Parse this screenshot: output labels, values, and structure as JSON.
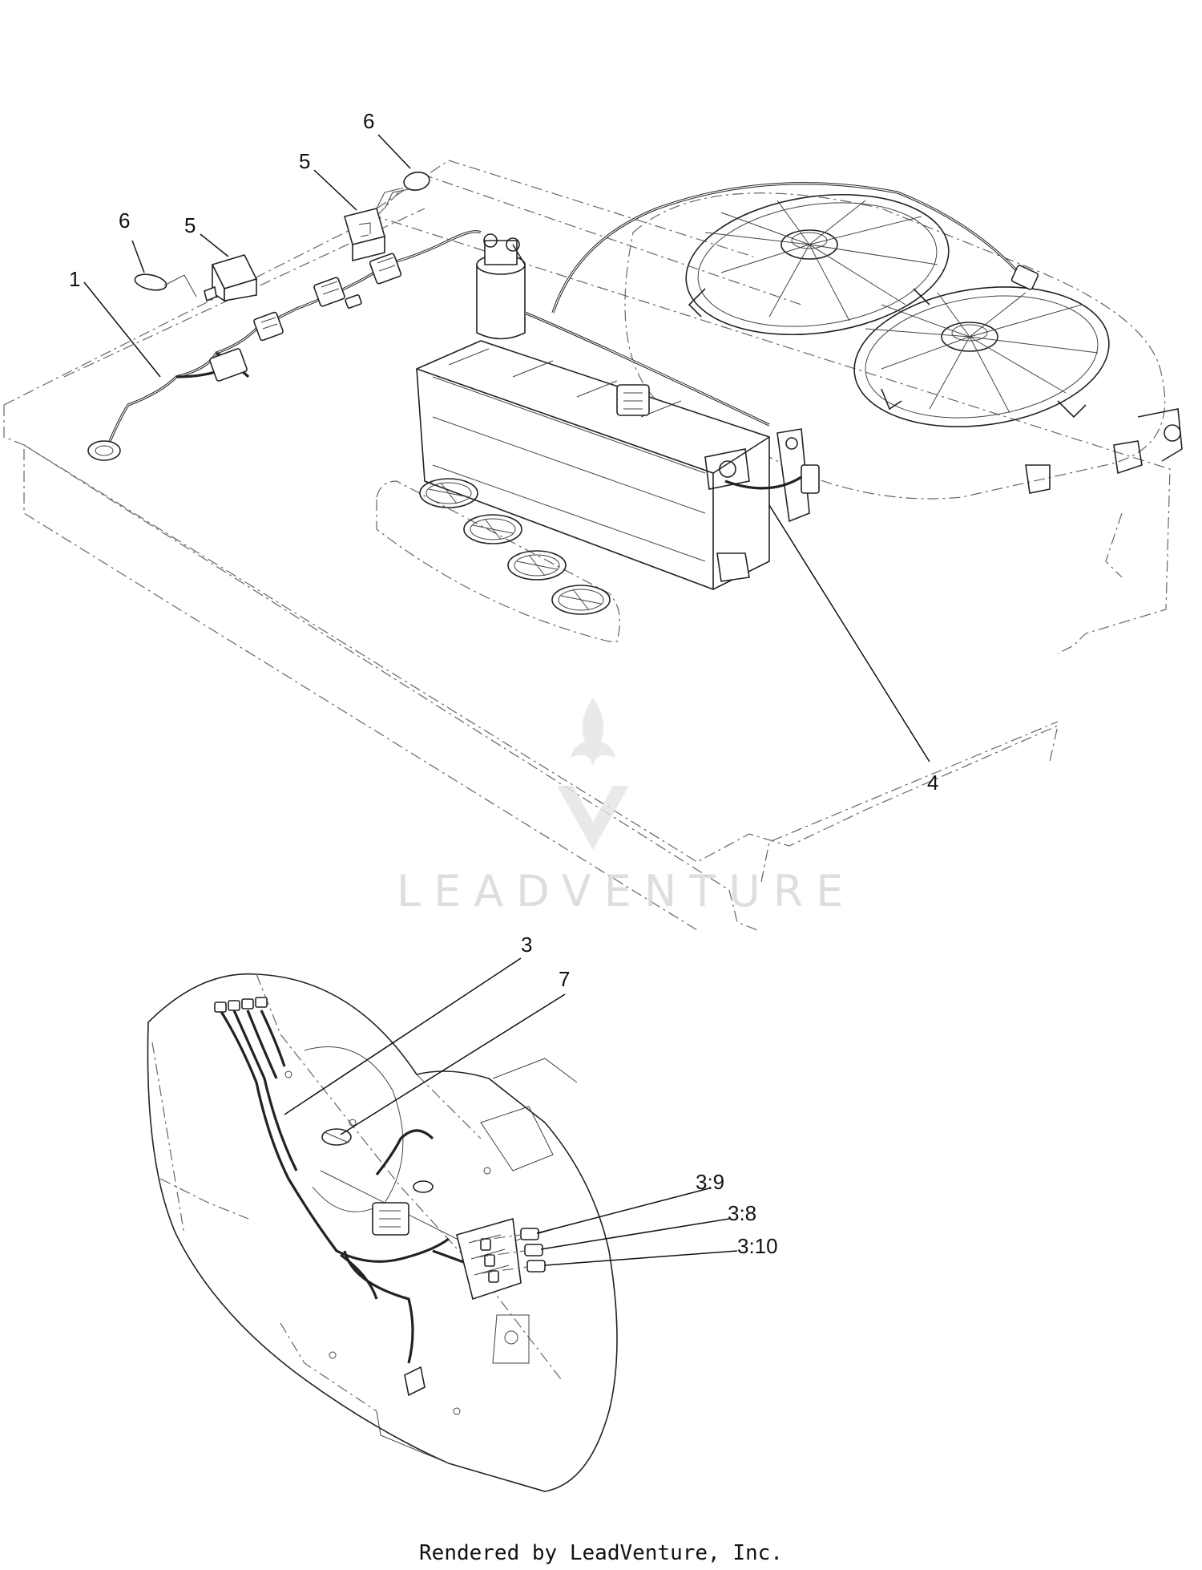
{
  "callouts": {
    "c1": "1",
    "c5a": "5",
    "c5b": "5",
    "c6a": "6",
    "c6b": "6",
    "c4": "4",
    "c3": "3",
    "c7": "7",
    "c39": "3:9",
    "c38": "3:8",
    "c310": "3:10"
  },
  "watermark": "LEADVENTURE",
  "footer": "Rendered by LeadVenture, Inc."
}
